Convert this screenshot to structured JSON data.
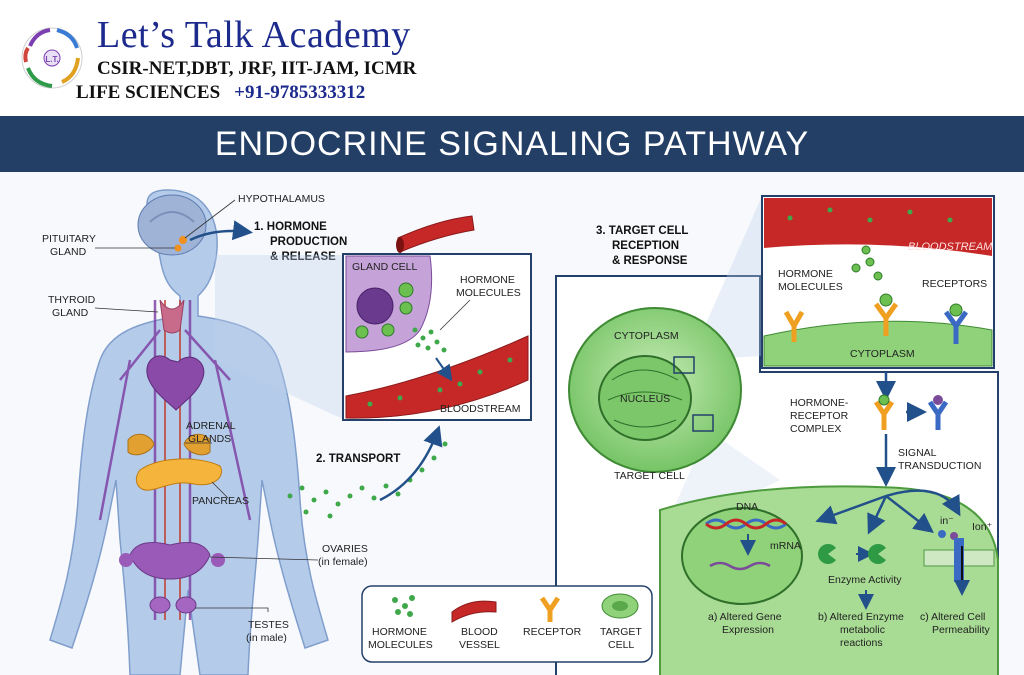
{
  "header": {
    "brand": "Let’s Talk Academy",
    "exams": "CSIR-NET,DBT, JRF, IIT-JAM, ICMR",
    "subject": "LIFE SCIENCES",
    "phone": "+91-9785333312"
  },
  "title": "ENDOCRINE SIGNALING PATHWAY",
  "body_labels": {
    "hypothalamus": "HYPOTHALAMUS",
    "pituitary": [
      "PITUITARY",
      "GLAND"
    ],
    "thyroid": [
      "THYROID",
      "GLAND"
    ],
    "adrenal": [
      "ADRENAL",
      "GLANDS"
    ],
    "pancreas": "PANCREAS",
    "ovaries": [
      "OVARIES",
      "(in female)"
    ],
    "testes": [
      "TESTES",
      "(in male)"
    ]
  },
  "steps": {
    "step1": [
      "1. HORMONE",
      "PRODUCTION",
      "& RELEASE"
    ],
    "step2": "2. TRANSPORT",
    "step3": [
      "3. TARGET CELL",
      "RECEPTION",
      "& RESPONSE"
    ]
  },
  "gland_panel": {
    "gland_cell": "GLAND CELL",
    "hormone_molecules": [
      "HORMONE",
      "MOLECULES"
    ],
    "bloodstream": "BLOODSTREAM"
  },
  "target_cell": {
    "cytoplasm": "CYTOPLASM",
    "nucleus": "NUCLEUS",
    "label": "TARGET CELL"
  },
  "receptor_panel": {
    "bloodstream": "BLOODSTREAM",
    "hormone_molecules": [
      "HORMONE",
      "MOLECULES"
    ],
    "receptors": "RECEPTORS",
    "cytoplasm": "CYTOPLASM"
  },
  "pathway": {
    "complex": [
      "HORMONE-",
      "RECEPTOR",
      "COMPLEX"
    ],
    "transduction": [
      "SIGNAL",
      "TRANSDUCTION"
    ],
    "dna": "DNA",
    "mrna": "mRNA",
    "enzyme_activity": "Enzyme Activity",
    "ion_in": "in⁻",
    "ion_out": "Ion⁺",
    "outcome_a": [
      "a) Altered Gene",
      "Expression"
    ],
    "outcome_b": [
      "b) Altered Enzyme",
      "metabolic",
      "reactions"
    ],
    "outcome_c": [
      "c) Altered Cell",
      "Permeability"
    ]
  },
  "legend": {
    "hormone": [
      "HORMONE",
      "MOLECULES"
    ],
    "vessel": [
      "BLOOD",
      "VESSEL"
    ],
    "receptor": "RECEPTOR",
    "target": [
      "TARGET",
      "CELL"
    ]
  },
  "colors": {
    "title_bar": "#233f66",
    "brand": "#1b2a8c",
    "hormone": "#3fa84a",
    "blood": "#c62828",
    "receptor": "#f0a020",
    "cell": "#8fd27a",
    "arrow": "#22508a"
  }
}
